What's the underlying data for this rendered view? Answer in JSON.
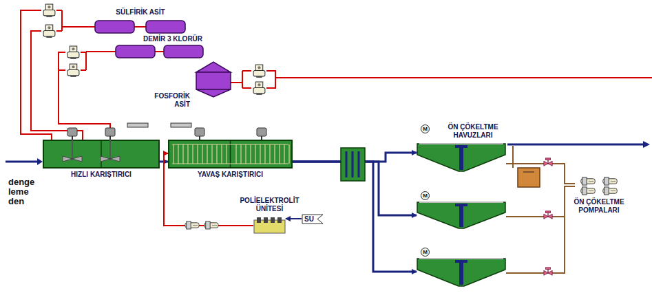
{
  "diagram": {
    "nodes": [
      {
        "text": [
          "HIZLI KARIŞTIRICI"
        ]
      },
      {
        "text": [
          "YAVAŞ KARIŞTIRICI"
        ]
      },
      {
        "text": [
          "POLİELEKTROLİT ÜNİTESİ"
        ]
      },
      {
        "text": [
          "SU"
        ]
      },
      {
        "text": [
          "ÖN ÇÖKELTME HAVUZLARI",
          "M"
        ]
      },
      {
        "text": [
          "M"
        ]
      },
      {
        "text": [
          "M"
        ]
      },
      {
        "text": [
          "ÖN ÇÖKELTME POMPALARI"
        ]
      }
    ],
    "edges": [
      {
        "from": 0,
        "to": 1,
        "arrow": "to"
      },
      {
        "from": 3,
        "to": 2,
        "arrow": "to"
      },
      {
        "from": 2,
        "to": 1,
        "arrow": "to"
      },
      {
        "from": 1,
        "to": 4,
        "arrow": "to"
      },
      {
        "from": 1,
        "to": 5,
        "arrow": "to"
      },
      {
        "from": 1,
        "to": 6,
        "arrow": "to"
      },
      {
        "from": 4,
        "to": 7,
        "arrow": "none"
      },
      {
        "from": 5,
        "to": 7,
        "arrow": "none"
      },
      {
        "from": 6,
        "to": 7,
        "arrow": "none"
      }
    ],
    "labels": [
      "SÜLFİRİK ASİT",
      "DEMİR 3 KLORÜR",
      "FOSFORİK ASİT",
      "denge leme den"
    ]
  }
}
